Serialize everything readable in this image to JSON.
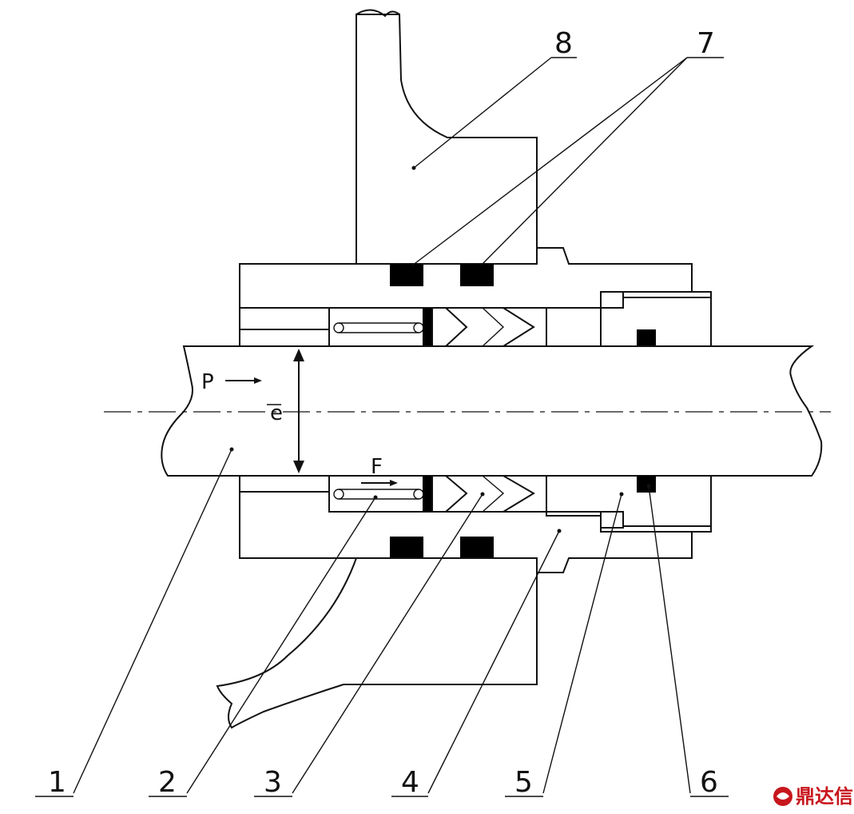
{
  "diagram": {
    "part_labels": [
      {
        "id": "shaft",
        "text": "1"
      },
      {
        "id": "spring",
        "text": "2"
      },
      {
        "id": "packing",
        "text": "3"
      },
      {
        "id": "sleeve",
        "text": "4"
      },
      {
        "id": "gland",
        "text": "5"
      },
      {
        "id": "gland-oring",
        "text": "6"
      },
      {
        "id": "orings",
        "text": "7"
      },
      {
        "id": "housing",
        "text": "8"
      }
    ],
    "annotations": {
      "pressure": "P",
      "force": "F",
      "diameter_symbol": "e"
    }
  },
  "watermark": {
    "text": "鼎达信",
    "color": "#c8161d"
  }
}
